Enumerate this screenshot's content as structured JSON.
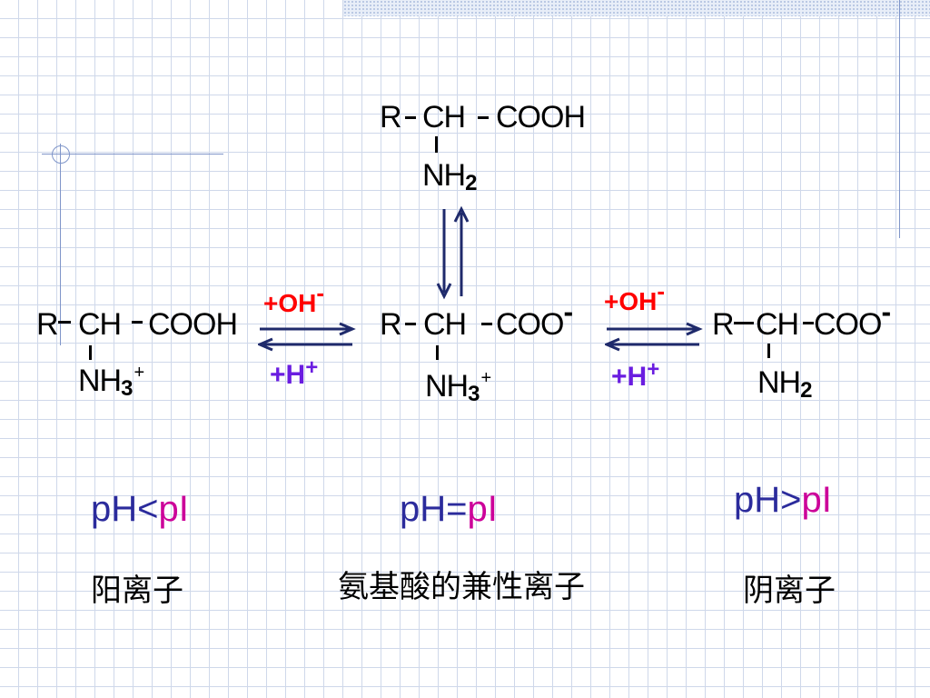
{
  "top": {
    "R": "R",
    "CH": "CH",
    "COOH": "COOH",
    "NH": "NH",
    "NH_sub": "2"
  },
  "left": {
    "R": "R",
    "CH": "CH",
    "COOH": "COOH",
    "NH": "NH",
    "NH_sub": "3",
    "NH_sup": "+"
  },
  "middle": {
    "R": "R",
    "CH": "CH",
    "COO": "COO",
    "COO_sup": "-",
    "NH": "NH",
    "NH_sub": "3",
    "NH_sup": "+"
  },
  "right": {
    "R": "R",
    "CH": "CH",
    "COO": "COO",
    "COO_sup": "-",
    "NH": "NH",
    "NH_sub": "2"
  },
  "reagents": {
    "left_top": {
      "base": "+OH",
      "sup": "-"
    },
    "left_bottom": {
      "base": "+H",
      "sup": "+"
    },
    "right_top": {
      "base": "+OH",
      "sup": "-"
    },
    "right_bottom": {
      "base": "+H",
      "sup": "+"
    }
  },
  "conditions": {
    "left": {
      "prefix": "pH<",
      "pi": "pI"
    },
    "middle": {
      "prefix": "pH=",
      "pi": "pI"
    },
    "right": {
      "prefix": "pH>",
      "pi": "pI"
    }
  },
  "labels": {
    "left": "阳离子",
    "middle": "氨基酸的兼性离子",
    "right": "阴离子"
  },
  "colors": {
    "reagent_oh": "#ff0000",
    "reagent_h": "#6a1de0",
    "ph_text": "#2b2b9c",
    "pi_text": "#cc0099",
    "arrow": "#1f2a6b",
    "grid": "#cfd8ea"
  }
}
